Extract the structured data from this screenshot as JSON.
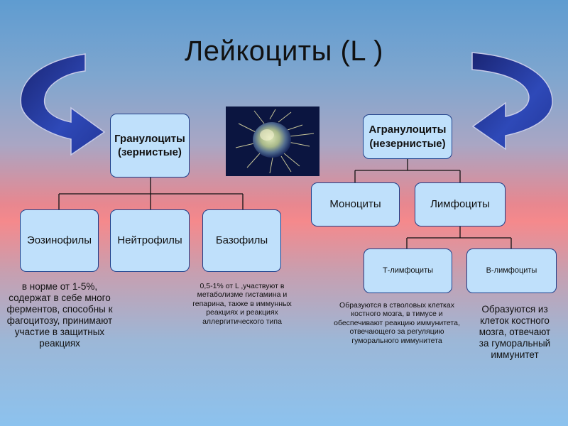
{
  "title": "Лейкоциты (L )",
  "granulocytes": {
    "label": "Гранулоциты (зернистые)",
    "children": [
      {
        "label": "Эозинофилы"
      },
      {
        "label": "Нейтрофилы"
      },
      {
        "label": "Базофилы"
      }
    ]
  },
  "agranulocytes": {
    "label": "Агранулоциты (незернистые)",
    "children": [
      {
        "label": "Моноциты"
      },
      {
        "label": "Лимфоциты"
      }
    ]
  },
  "lymphocytes": {
    "children": [
      {
        "label": "Т-лимфоциты"
      },
      {
        "label": "В-лимфоциты"
      }
    ]
  },
  "captions": {
    "eosinophils": "в норме от 1-5%, содержат в себе много ферментов, способны к фагоцитозу, принимают участие в защитных реакциях",
    "basophils": "0,5-1% от L ,участвуют в метаболизме гистамина и гепарина, также в иммунных реакциях и реакциях аллергитического типа",
    "t_cells": "Образуются в стволовых клетках костного мозга, в тимусе и обеспечивают реакцию иммунитета, отвечающего за регуляцию гуморального иммунитета",
    "b_cells": "Образуются из клеток костного мозга, отвечают за гуморальный иммунитет"
  },
  "colors": {
    "box_fill": "#bfe0fb",
    "box_border": "#1e3f8a",
    "arrow_fill": "#24379a"
  }
}
